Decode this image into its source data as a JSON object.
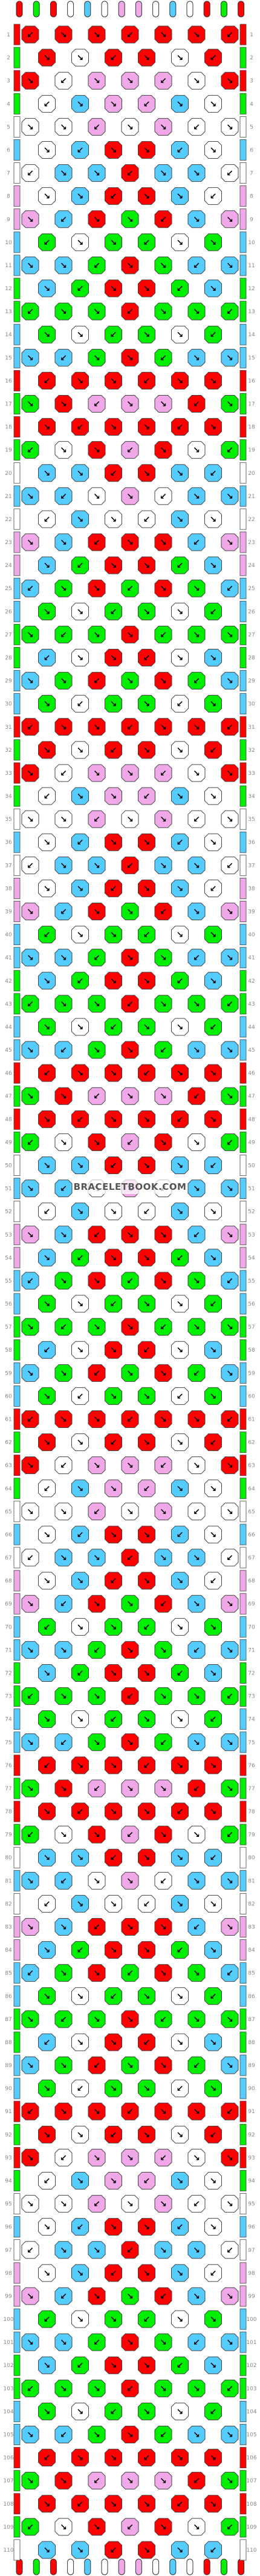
{
  "watermark": "BRACELETBOOK.COM",
  "row_count": 110,
  "strand_count": 14,
  "colors": {
    "a": "#ff0000",
    "b": "#00ee00",
    "c": "#55ccff",
    "d": "#ffffff",
    "e": "#f0a8e8"
  },
  "strand_colors": [
    "a",
    "b",
    "a",
    "d",
    "c",
    "d",
    "e",
    "e",
    "d",
    "c",
    "d",
    "a",
    "b",
    "a"
  ],
  "knot_colors": {
    "pattern_strip": [
      "aaaaaaaaaaaaa",
      "baadeaeaedaab",
      "aadaeaeaeadaa",
      "bddcaeeeacddb",
      "dcdceadaecdcd",
      "cdccdaeadccdc",
      "ddcccdadcccdd",
      "edccaaaaaccde",
      "eccbaabaabcce",
      "cbbdabbbadbbc",
      "cbcdbbabbdcbc",
      "bcbbbaaabbbcb",
      "bcbdbaaabdbcb",
      "cbbdabbbadbbc",
      "cbcdbbabbdcbc"
    ],
    "note": "pattern continues along bracelet"
  },
  "row_labels_left": [
    "1",
    "2",
    "3",
    "4",
    "5",
    "6",
    "7",
    "8",
    "9",
    "10",
    "11",
    "12",
    "13",
    "14",
    "15",
    "16",
    "17",
    "18",
    "19",
    "20",
    "21",
    "22",
    "23",
    "24",
    "25",
    "26",
    "27",
    "28",
    "29",
    "30",
    "31",
    "32",
    "33",
    "34",
    "35",
    "36",
    "37",
    "38",
    "39",
    "40",
    "41",
    "42",
    "43",
    "44",
    "45",
    "46",
    "47",
    "48",
    "49",
    "50",
    "51",
    "52",
    "53",
    "54",
    "55",
    "56",
    "57",
    "58",
    "59",
    "60",
    "61",
    "62",
    "63",
    "64",
    "65",
    "66",
    "67",
    "68",
    "69",
    "70",
    "71",
    "72",
    "73",
    "74",
    "75",
    "76",
    "77",
    "78",
    "79",
    "80",
    "81",
    "82",
    "83",
    "84",
    "85",
    "86",
    "87",
    "88",
    "89",
    "90",
    "91",
    "92",
    "93",
    "94",
    "95",
    "96",
    "97",
    "98",
    "99",
    "100",
    "101",
    "102",
    "103",
    "104",
    "105",
    "106",
    "107",
    "108",
    "109",
    "110"
  ]
}
